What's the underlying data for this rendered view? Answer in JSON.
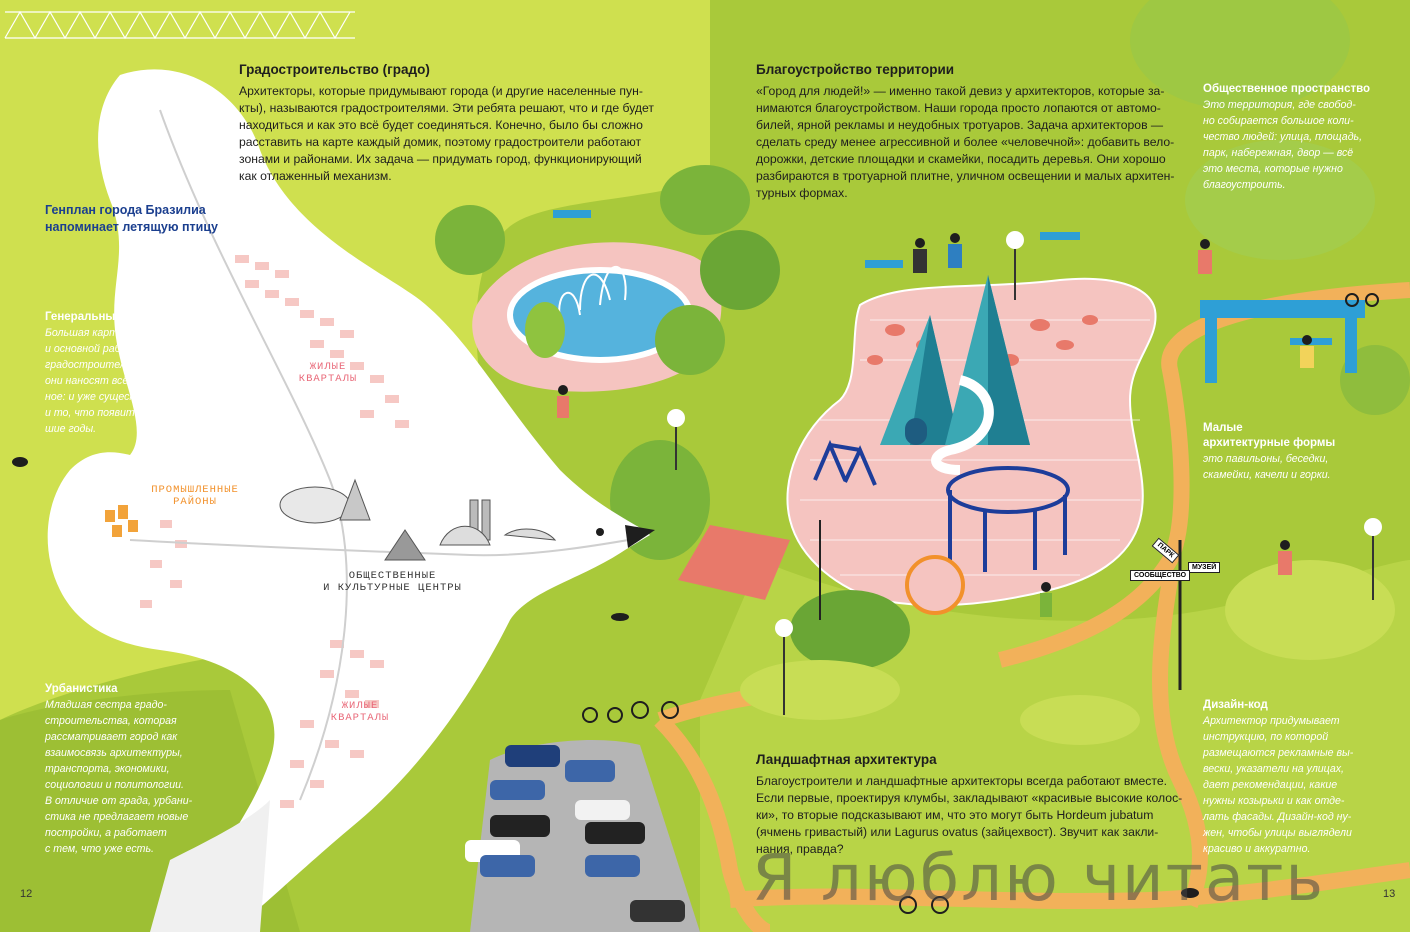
{
  "colors": {
    "green": "#a9c93a",
    "yellow": "#d9e85a",
    "pink": "#f5c4c0",
    "path": "#f2b15a",
    "blue": "#2e7fc1",
    "bird": "#ffffff"
  },
  "left": {
    "main_title": "Градостроительство (градо)",
    "main_lines": [
      "Архитекторы, которые придумывают города (и другие населенные пун-",
      "кты), называются градостроителями. Эти ребята решают, что и где будет",
      "находиться и как это всё будет соединяться. Конечно, было бы сложно",
      "расставить на карте каждый домик, поэтому градостроители работают",
      "зонами и районами. Их задача — придумать город, функционирующий",
      "как отлаженный механизм."
    ],
    "brasilia_lines": [
      "Генплан города Бразилиа",
      "напоминает летящую птицу"
    ],
    "genplan_title": "Генеральный план города",
    "genplan_lines": [
      "Большая карта города",
      "и основной рабочий документ",
      "градостроителей. На план",
      "они наносят всё самое важ-",
      "ное: и уже существующее,",
      "и то, что появится в ближай-",
      "шие годы."
    ],
    "urban_title": "Урбанистика",
    "urban_lines": [
      "Младшая сестра градо-",
      "строительства, которая",
      "рассматривает город как",
      "взаимосвязь архитектуры,",
      "транспорта, экономики,",
      "социологии и политологии.",
      "В отличие от града, урбани-",
      "стика не предлагает новые",
      "постройки, а работает",
      "с тем, что уже есть."
    ],
    "map_residential_1": [
      "ЖИЛЫЕ",
      "КВАРТАЛЫ"
    ],
    "map_residential_2": [
      "ЖИЛЫЕ",
      "КВАРТАЛЫ"
    ],
    "map_industrial": [
      "ПРОМЫШЛЕННЫЕ",
      "РАЙОНЫ"
    ],
    "map_public": [
      "ОБЩЕСТВЕННЫЕ",
      "И КУЛЬТУРНЫЕ ЦЕНТРЫ"
    ],
    "page_number": "12"
  },
  "right": {
    "main_title": "Благоустройство территории",
    "main_lines": [
      "«Город для людей!» — именно такой девиз у архитекторов, которые за-",
      "нимаются благоустройством. Наши города просто лопаются от автомо-",
      "билей, ярной рекламы и неудобных тротуаров. Задача архитекторов —",
      "сделать среду менее агрессивной и более «человечной»: добавить вело-",
      "дорожки, детские площадки и скамейки, посадить деревья. Они хорошо",
      "разбираются в тротуарной плитне, уличном освещении и малых архитен-",
      "турных формах."
    ],
    "public_title": "Общественное пространство",
    "public_lines": [
      "Это территория, где свобод-",
      "но собирается большое коли-",
      "чество людей: улица, площадь,",
      "парк, набережная, двор — всё",
      "это места, которые нужно",
      "благоустроить."
    ],
    "small_title_lines": [
      "Малые",
      "архитектурные формы"
    ],
    "small_lines": [
      "это павильоны, беседки,",
      "скамейки, качели и горки."
    ],
    "landscape_title": "Ландшафтная архитектура",
    "landscape_lines": [
      "Благоустроители и ландшафтные архитекторы всегда работают вместе.",
      "Если первые, проектируя клумбы, закладывают «красивые высокие колос-",
      "ки», то вторые подсказывают им, что это могут быть Hordeum jubatum",
      "(ячмень гривастый) или Lagurus ovatus (зайцехвост). Звучит как закли-",
      "нания, правда?"
    ],
    "design_title": "Дизайн-код",
    "design_lines": [
      "Архитектор придумывает",
      "инструкцию, по которой",
      "размещаются рекламные вы-",
      "вески, указатели на улицах,",
      "дает рекомендации, какие",
      "нужны козырьки и как отде-",
      "лать фасады. Дизайн-код ну-",
      "жен, чтобы улицы выглядели",
      "красиво и аккуратно."
    ],
    "sign_museum": "МУЗЕЙ",
    "sign_community": "СООБЩЕСТВО",
    "sign_park": "ПАРК",
    "page_number": "13"
  },
  "watermark": "Я люблю читать"
}
